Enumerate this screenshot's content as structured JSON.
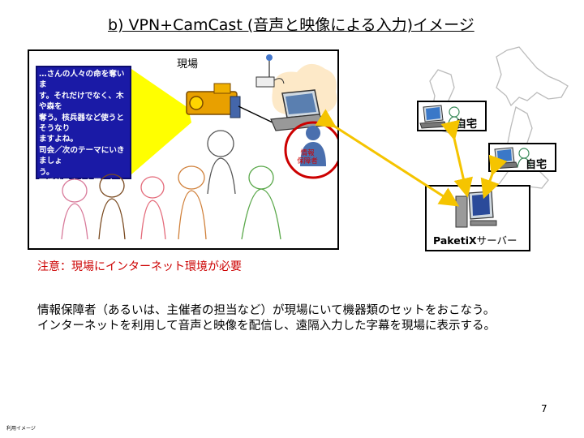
{
  "title": "b) VPN+CamCast (音声と映像による入力)イメージ",
  "scene": {
    "site_label": "現場",
    "screen_text": "…さんの人々の命を奪いま\nす。それだけでなく、木や森を\n奪う。核兵器など使うとそうなり\nますよね。\n司会／次のテーマにいきましょ\nう。\n下重暁子さんお願いします。",
    "support_label": "情報\n保障者"
  },
  "homes": [
    {
      "label": "自宅"
    },
    {
      "label": "自宅"
    }
  ],
  "server": {
    "label_bold": "PaketiX",
    "label_rest": "サーバー"
  },
  "note": "注意：現場にインターネット環境が必要",
  "description": [
    "情報保障者（あるいは、主催者の担当など）が現場にいて機器類のセットをおこなう。",
    "インターネットを利用して音声と映像を配信し、遠隔入力した字幕を現場に表示する。"
  ],
  "page_number": "7",
  "footer_text": "利用イメージ",
  "colors": {
    "accent_red": "#cc0000",
    "arrow_yellow": "#f5c400",
    "screen_blue": "#1a1aa6",
    "map_gray": "#bbbbbb"
  }
}
